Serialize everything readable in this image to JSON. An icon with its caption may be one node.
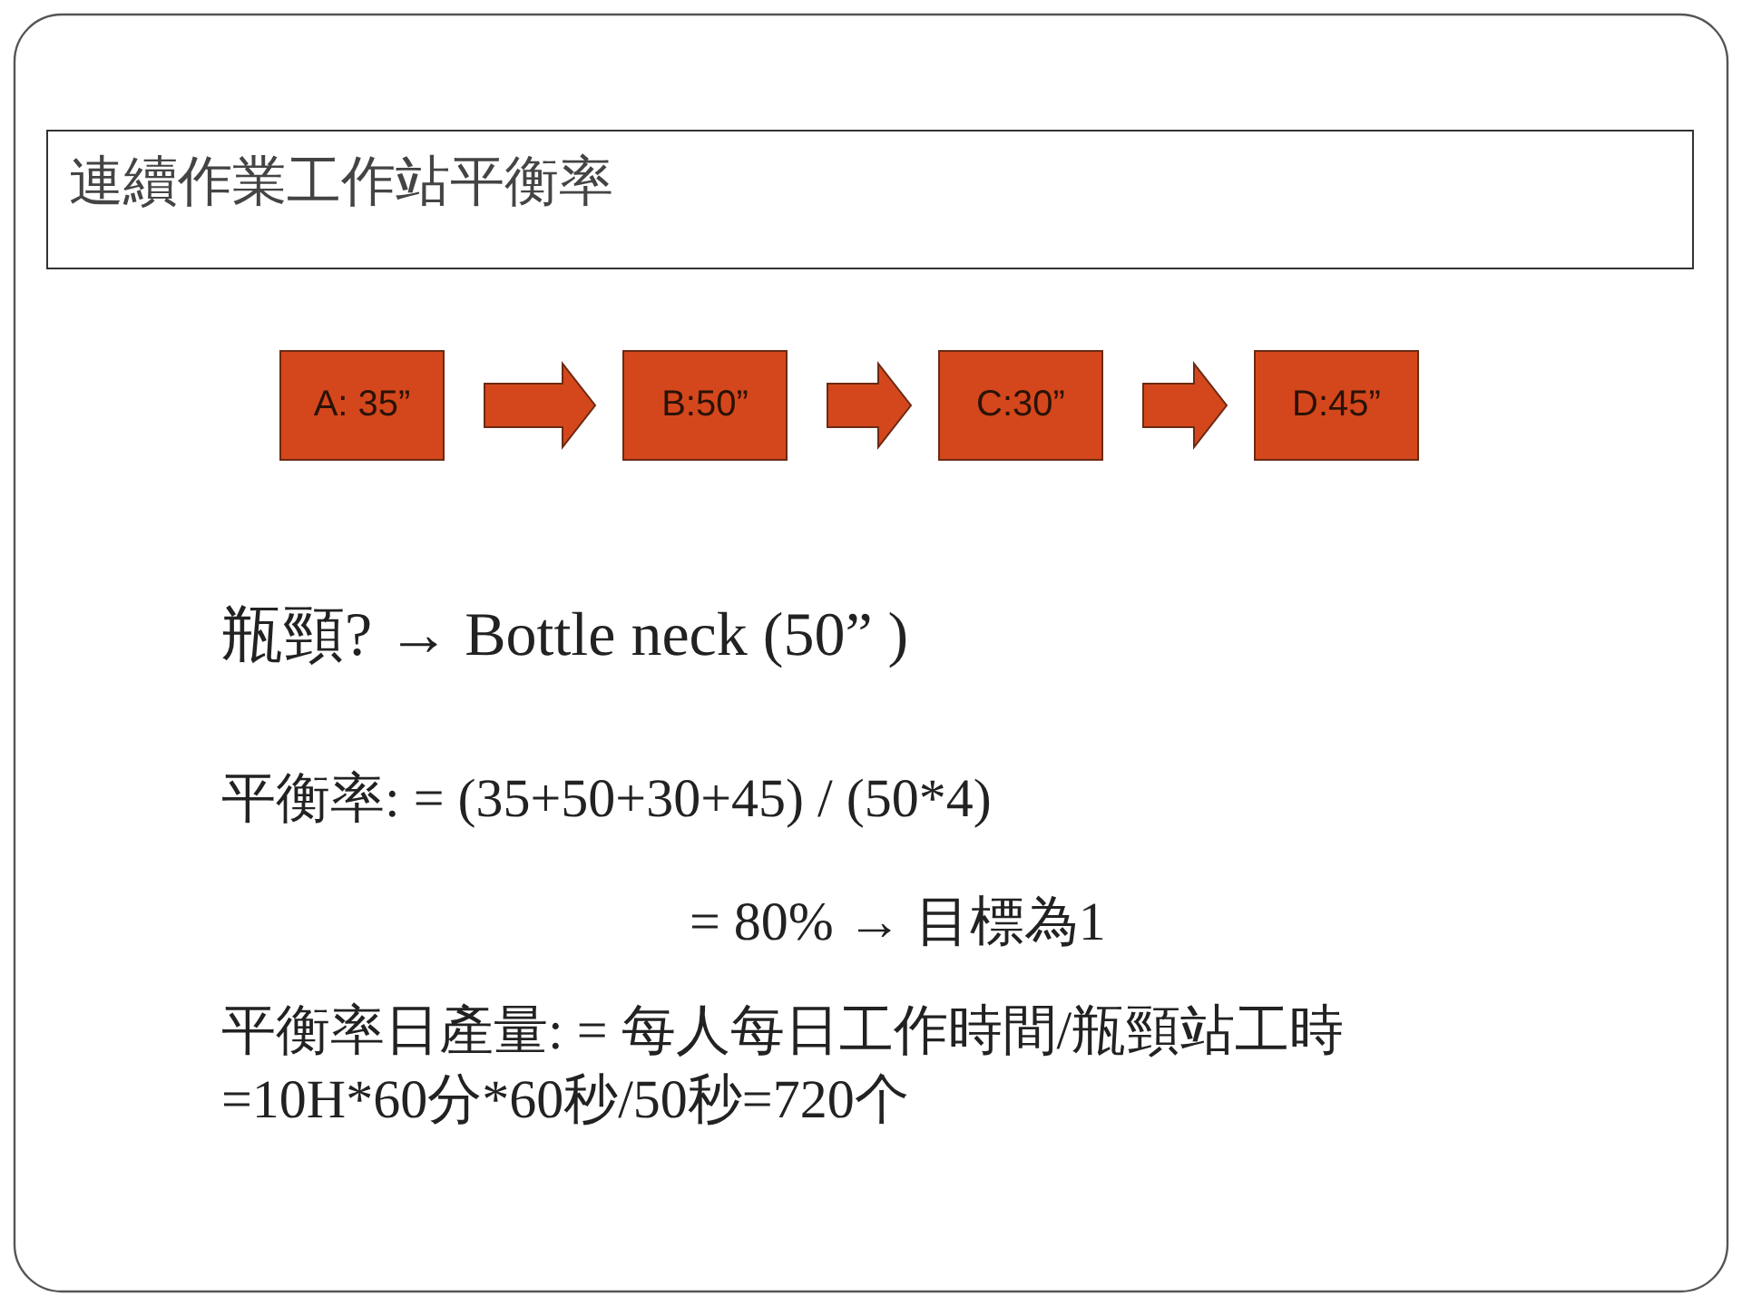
{
  "diagram": {
    "title": "連續作業工作站平衡率",
    "nodes": [
      {
        "text": [
          "A: 35”"
        ]
      },
      {
        "text": [
          "B:50”"
        ]
      },
      {
        "text": [
          "C:30”"
        ]
      },
      {
        "text": [
          "D:45”"
        ]
      }
    ],
    "edges": [
      {
        "from": 0,
        "to": 1,
        "arrow": "to"
      },
      {
        "from": 1,
        "to": 2,
        "arrow": "to"
      },
      {
        "from": 2,
        "to": 3,
        "arrow": "to"
      }
    ],
    "labels": [
      "瓶頸? → Bottle neck (50” )",
      "平衡率: = (35+50+30+45) / (50*4)",
      "= 80% → 目標為1",
      "平衡率日產量: = 每人每日工作時間/瓶頸站工時 =10H*60分*60秒/50秒=720个"
    ]
  }
}
